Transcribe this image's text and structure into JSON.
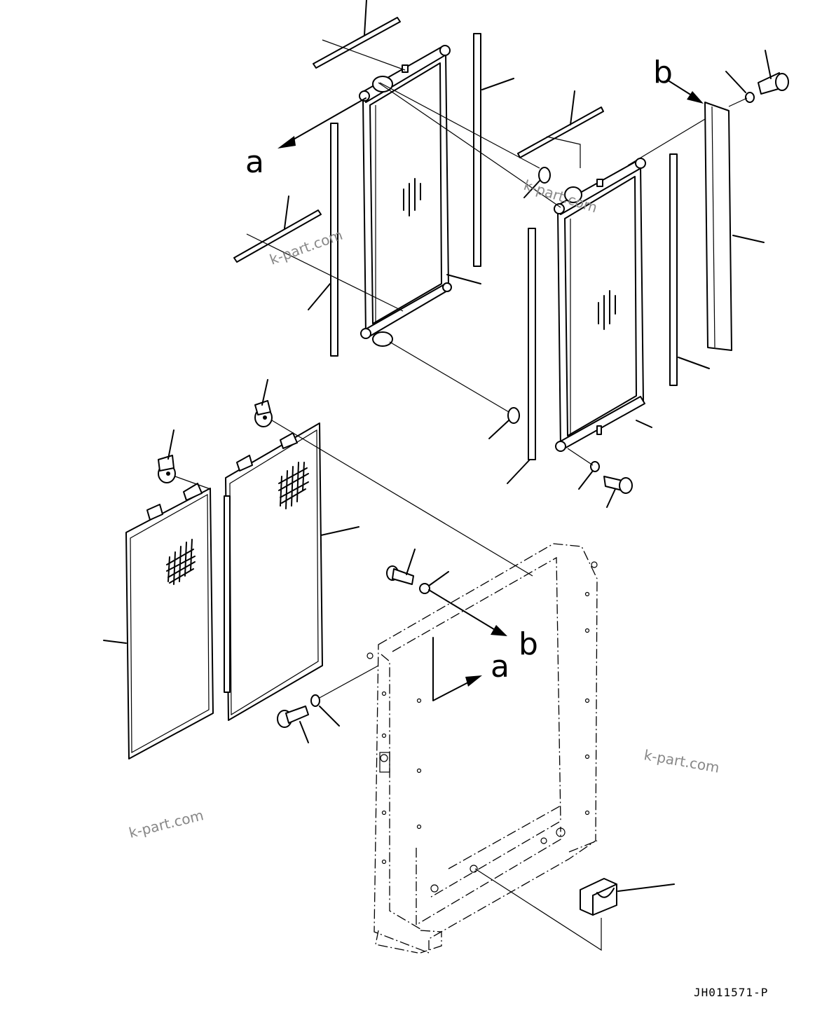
{
  "labels": {
    "a_upper": "a",
    "b_upper": "b",
    "a_lower": "a",
    "b_lower": "b"
  },
  "watermarks": [
    "k-part.com",
    "k-part.com",
    "k-part.com",
    "k-part.com"
  ],
  "drawing_code": "JH011571-P"
}
